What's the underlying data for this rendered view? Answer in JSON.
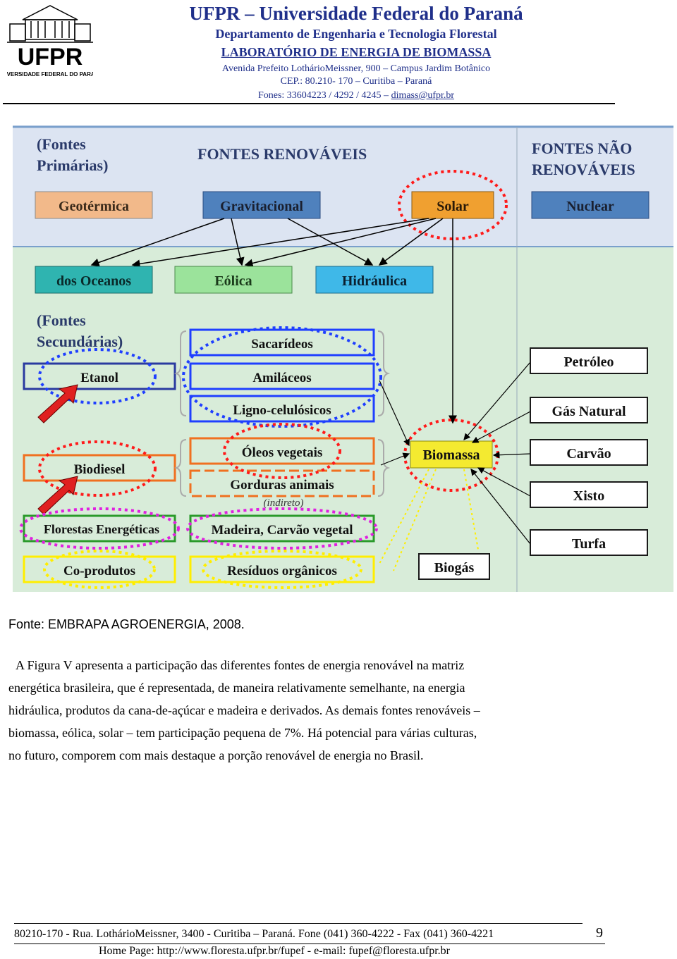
{
  "header": {
    "logo_text": "UFPR",
    "logo_subtext": "UNIVERSIDADE FEDERAL DO PARANÁ",
    "title": "UFPR – Universidade Federal do Paraná",
    "department": "Departamento de Engenharia e Tecnologia Florestal",
    "lab": "LABORATÓRIO DE ENERGIA DE BIOMASSA",
    "address": "Avenida Prefeito LothárioMeissner, 900 – Campus Jardim Botânico",
    "cep": "CEP.: 80.210- 170 – Curitiba – Paraná",
    "phones": "Fones: 33604223 / 4292 / 4245 – ",
    "email": "dimass@ufpr.br"
  },
  "diagram": {
    "primary_label_1": "(Fontes",
    "primary_label_2": "Primárias)",
    "renewable_title": "FONTES RENOVÁVEIS",
    "nonrenewable_title_1": "FONTES NÃO",
    "nonrenewable_title_2": "RENOVÁVEIS",
    "geotermica": "Geotérmica",
    "gravitacional": "Gravitacional",
    "solar": "Solar",
    "nuclear": "Nuclear",
    "oceanos": "dos Oceanos",
    "eolica": "Eólica",
    "hidraulica": "Hidráulica",
    "secondary_label_1": "(Fontes",
    "secondary_label_2": "Secundárias)",
    "etanol": "Etanol",
    "sacarideos": "Sacarídeos",
    "amilaceos": "Amiláceos",
    "ligno": "Ligno-celulósicos",
    "biodiesel": "Biodiesel",
    "oleos": "Óleos vegetais",
    "gorduras": "Gorduras animais",
    "indireto": "(indireto)",
    "florestas": "Florestas Energéticas",
    "madeira": "Madeira, Carvão vegetal",
    "coprodutos": "Co-produtos",
    "residuos": "Resíduos orgânicos",
    "biomassa": "Biomassa",
    "petroleo": "Petróleo",
    "gas": "Gás Natural",
    "carvao": "Carvão",
    "xisto": "Xisto",
    "turfa": "Turfa",
    "biogas": "Biogás"
  },
  "body": {
    "source": "Fonte: EMBRAPA AGROENERGIA, 2008.",
    "lines": [
      "A Figura V apresenta a participação das diferentes fontes de energia renovável na matriz",
      "energética brasileira, que é representada, de maneira relativamente semelhante, na energia",
      "hidráulica, produtos da cana-de-açúcar e madeira e derivados. As demais fontes renováveis –",
      "biomassa, eólica, solar – tem participação pequena de 7%. Há potencial para várias culturas,",
      "no futuro, comporem com mais destaque a porção renovável de energia no Brasil."
    ]
  },
  "footer": {
    "address": "80210-170 - Rua. LothárioMeissner, 3400 - Curitiba – Paraná. Fone (041) 360-4222 - Fax (041) 360-4221",
    "page_number": "9",
    "homepage": "Home Page: http://www.floresta.ufpr.br/fupef - e-mail: fupef@floresta.ufpr.br"
  },
  "colors": {
    "header_blue": "#1f2f8a",
    "top_band": "#dce4f2",
    "lower_band": "#d8ecd9",
    "box_blue": "#4f81bd",
    "box_orange": "#f0a030",
    "box_salmon": "#f2b98a",
    "box_teal": "#2fb4b0",
    "box_green": "#9be39b",
    "box_sky": "#3fb8e8",
    "red_dotted": "#ff1a1a",
    "blue_dotted": "#1f3fff",
    "magenta_dotted": "#e020e0",
    "yellow_dotted": "#ffee00"
  }
}
